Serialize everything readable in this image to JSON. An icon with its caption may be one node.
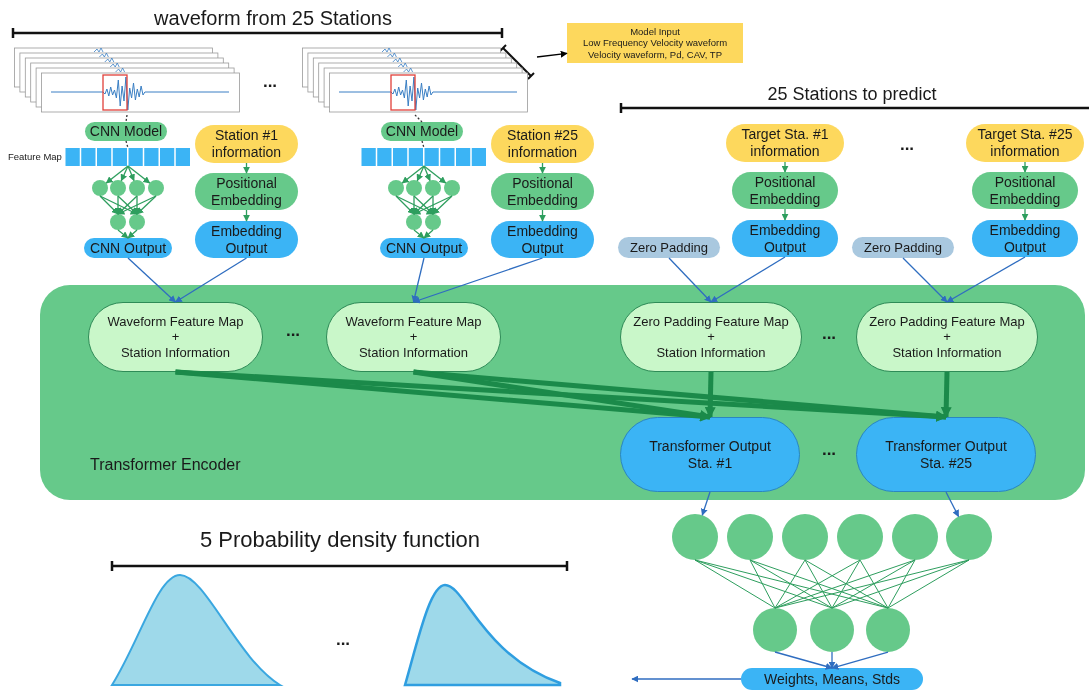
{
  "diagram": {
    "nodes": [
      {
        "text": [],
        "shape": "picture"
      },
      {
        "text": [],
        "shape": "picture"
      },
      {
        "text": [
          "Model Input",
          "Low Frequency  Velocity waveform Velocity waveform, Pd, CAV, TP"
        ]
      },
      {
        "text": [
          "CNN Model"
        ]
      },
      {
        "text": [],
        "shape": "bar",
        "beside": [
          "Feature Map"
        ]
      },
      {
        "text": [],
        "shape": "circle"
      },
      {
        "text": [],
        "shape": "circle"
      },
      {
        "text": [],
        "shape": "circle"
      },
      {
        "text": [],
        "shape": "circle"
      },
      {
        "text": [],
        "shape": "circle"
      },
      {
        "text": [],
        "shape": "circle"
      },
      {
        "text": [
          "CNN Output"
        ]
      },
      {
        "text": [
          "Station #1 information"
        ]
      },
      {
        "text": [
          "Positional Embedding"
        ]
      },
      {
        "text": [
          "Embedding Output"
        ]
      },
      {
        "text": [
          "CNN Model"
        ]
      },
      {
        "text": [],
        "shape": "bar"
      },
      {
        "text": [],
        "shape": "circle"
      },
      {
        "text": [],
        "shape": "circle"
      },
      {
        "text": [],
        "shape": "circle"
      },
      {
        "text": [],
        "shape": "circle"
      },
      {
        "text": [],
        "shape": "circle"
      },
      {
        "text": [],
        "shape": "circle"
      },
      {
        "text": [
          "CNN Output"
        ]
      },
      {
        "text": [
          "Station #25 information"
        ]
      },
      {
        "text": [
          "Positional Embedding"
        ]
      },
      {
        "text": [
          "Embedding Output"
        ]
      },
      {
        "text": [
          "Target Sta. #1 information"
        ]
      },
      {
        "text": [
          "Positional Embedding"
        ]
      },
      {
        "text": [
          "Zero Padding"
        ]
      },
      {
        "text": [
          "Embedding Output"
        ]
      },
      {
        "text": [
          "Target Sta. #25 information"
        ]
      },
      {
        "text": [
          "Positional Embedding"
        ]
      },
      {
        "text": [
          "Zero Padding"
        ]
      },
      {
        "text": [
          "Embedding Output"
        ]
      },
      {
        "text": [
          "Transformer Encoder"
        ]
      },
      {
        "text": [
          "Waveform Feature Map",
          "+",
          "Station Information"
        ],
        "in": 35
      },
      {
        "text": [
          "Waveform Feature Map",
          "+",
          "Station Information"
        ],
        "in": 35
      },
      {
        "text": [
          "Zero Padding Feature Map",
          "+",
          "Station Information"
        ],
        "in": 35
      },
      {
        "text": [
          "Zero Padding Feature Map",
          "+",
          "Station Information"
        ],
        "in": 35
      },
      {
        "text": [
          "Transformer Output Sta. #1"
        ],
        "in": 35
      },
      {
        "text": [
          "Transformer Output Sta. #25"
        ],
        "in": 35
      },
      {
        "text": [],
        "shape": "circle"
      },
      {
        "text": [],
        "shape": "circle"
      },
      {
        "text": [],
        "shape": "circle"
      },
      {
        "text": [],
        "shape": "circle"
      },
      {
        "text": [],
        "shape": "circle"
      },
      {
        "text": [],
        "shape": "circle"
      },
      {
        "text": [],
        "shape": "circle"
      },
      {
        "text": [],
        "shape": "circle"
      },
      {
        "text": [],
        "shape": "circle"
      },
      {
        "text": [
          "Weights, Means, Stds"
        ]
      }
    ],
    "edges": [
      {
        "from": 0,
        "to": 3,
        "arrow": "none",
        "style": "dashed",
        "color": "#333333"
      },
      {
        "from": 3,
        "to": 4,
        "arrow": "none",
        "style": "dashed",
        "color": "#333333"
      },
      {
        "from": null,
        "to": 2,
        "arrow": "to",
        "color": "#000000"
      },
      {
        "from": 4,
        "to": 5,
        "arrow": "to"
      },
      {
        "from": 4,
        "to": 6,
        "arrow": "to"
      },
      {
        "from": 4,
        "to": 7,
        "arrow": "to"
      },
      {
        "from": 4,
        "to": 8,
        "arrow": "to"
      },
      {
        "from": 5,
        "to": 9,
        "arrow": "to"
      },
      {
        "from": 5,
        "to": 10,
        "arrow": "to"
      },
      {
        "from": 6,
        "to": 9,
        "arrow": "to"
      },
      {
        "from": 6,
        "to": 10,
        "arrow": "to"
      },
      {
        "from": 7,
        "to": 9,
        "arrow": "to"
      },
      {
        "from": 7,
        "to": 10,
        "arrow": "to"
      },
      {
        "from": 8,
        "to": 9,
        "arrow": "to"
      },
      {
        "from": 8,
        "to": 10,
        "arrow": "to"
      },
      {
        "from": 9,
        "to": 11,
        "arrow": "to"
      },
      {
        "from": 10,
        "to": 11,
        "arrow": "to"
      },
      {
        "from": 12,
        "to": 13,
        "arrow": "to"
      },
      {
        "from": 13,
        "to": 14,
        "arrow": "to"
      },
      {
        "from": 11,
        "to": 36,
        "arrow": "to",
        "color": "#2f6dc0"
      },
      {
        "from": 14,
        "to": 36,
        "arrow": "to",
        "color": "#2f6dc0"
      },
      {
        "from": 1,
        "to": 15,
        "arrow": "none",
        "style": "dashed",
        "color": "#333333"
      },
      {
        "from": 15,
        "to": 16,
        "arrow": "none",
        "style": "dashed",
        "color": "#333333"
      },
      {
        "from": 16,
        "to": 17,
        "arrow": "to"
      },
      {
        "from": 16,
        "to": 18,
        "arrow": "to"
      },
      {
        "from": 16,
        "to": 19,
        "arrow": "to"
      },
      {
        "from": 16,
        "to": 20,
        "arrow": "to"
      },
      {
        "from": 17,
        "to": 21,
        "arrow": "to"
      },
      {
        "from": 17,
        "to": 22,
        "arrow": "to"
      },
      {
        "from": 18,
        "to": 21,
        "arrow": "to"
      },
      {
        "from": 18,
        "to": 22,
        "arrow": "to"
      },
      {
        "from": 19,
        "to": 21,
        "arrow": "to"
      },
      {
        "from": 19,
        "to": 22,
        "arrow": "to"
      },
      {
        "from": 20,
        "to": 21,
        "arrow": "to"
      },
      {
        "from": 20,
        "to": 22,
        "arrow": "to"
      },
      {
        "from": 21,
        "to": 23,
        "arrow": "to"
      },
      {
        "from": 22,
        "to": 23,
        "arrow": "to"
      },
      {
        "from": 24,
        "to": 25,
        "arrow": "to"
      },
      {
        "from": 25,
        "to": 26,
        "arrow": "to"
      },
      {
        "from": 23,
        "to": 37,
        "arrow": "to",
        "color": "#2f6dc0"
      },
      {
        "from": 26,
        "to": 37,
        "arrow": "to",
        "color": "#2f6dc0"
      },
      {
        "from": 27,
        "to": 28,
        "arrow": "to"
      },
      {
        "from": 28,
        "to": 30,
        "arrow": "to"
      },
      {
        "from": 31,
        "to": 32,
        "arrow": "to"
      },
      {
        "from": 32,
        "to": 34,
        "arrow": "to"
      },
      {
        "from": 29,
        "to": 38,
        "arrow": "to",
        "color": "#2f6dc0"
      },
      {
        "from": 30,
        "to": 38,
        "arrow": "to",
        "color": "#2f6dc0"
      },
      {
        "from": 33,
        "to": 39,
        "arrow": "to",
        "color": "#2f6dc0"
      },
      {
        "from": 34,
        "to": 39,
        "arrow": "to",
        "color": "#2f6dc0"
      },
      {
        "from": 36,
        "to": 40,
        "arrow": "to",
        "style": "thick",
        "color": "#1b8a4a"
      },
      {
        "from": 36,
        "to": 41,
        "arrow": "to",
        "style": "thick",
        "color": "#1b8a4a"
      },
      {
        "from": 37,
        "to": 40,
        "arrow": "to",
        "style": "thick",
        "color": "#1b8a4a"
      },
      {
        "from": 37,
        "to": 41,
        "arrow": "to",
        "style": "thick",
        "color": "#1b8a4a"
      },
      {
        "from": 38,
        "to": 40,
        "arrow": "to",
        "style": "thick",
        "color": "#1b8a4a"
      },
      {
        "from": 39,
        "to": 41,
        "arrow": "to",
        "style": "thick",
        "color": "#1b8a4a"
      },
      {
        "from": 40,
        "to": 42,
        "arrow": "to",
        "color": "#2f6dc0"
      },
      {
        "from": 41,
        "to": 47,
        "arrow": "to",
        "color": "#2f6dc0"
      },
      {
        "from": 42,
        "to": 48,
        "arrow": "none"
      },
      {
        "from": 42,
        "to": 49,
        "arrow": "none"
      },
      {
        "from": 42,
        "to": 50,
        "arrow": "none"
      },
      {
        "from": 43,
        "to": 48,
        "arrow": "none"
      },
      {
        "from": 43,
        "to": 49,
        "arrow": "none"
      },
      {
        "from": 43,
        "to": 50,
        "arrow": "none"
      },
      {
        "from": 44,
        "to": 48,
        "arrow": "none"
      },
      {
        "from": 44,
        "to": 49,
        "arrow": "none"
      },
      {
        "from": 44,
        "to": 50,
        "arrow": "none"
      },
      {
        "from": 45,
        "to": 48,
        "arrow": "none"
      },
      {
        "from": 45,
        "to": 49,
        "arrow": "none"
      },
      {
        "from": 45,
        "to": 50,
        "arrow": "none"
      },
      {
        "from": 46,
        "to": 48,
        "arrow": "none"
      },
      {
        "from": 46,
        "to": 49,
        "arrow": "none"
      },
      {
        "from": 46,
        "to": 50,
        "arrow": "none"
      },
      {
        "from": 47,
        "to": 48,
        "arrow": "none"
      },
      {
        "from": 47,
        "to": 49,
        "arrow": "none"
      },
      {
        "from": 47,
        "to": 50,
        "arrow": "none"
      },
      {
        "from": 48,
        "to": 51,
        "arrow": "to",
        "color": "#2f6dc0"
      },
      {
        "from": 49,
        "to": 51,
        "arrow": "to",
        "color": "#2f6dc0"
      },
      {
        "from": 50,
        "to": 51,
        "arrow": "to",
        "color": "#2f6dc0"
      },
      {
        "from": 51,
        "to": null,
        "arrow": "to",
        "color": "#2f6dc0"
      }
    ],
    "labels": [
      "waveform from 25 Stations",
      "...",
      "25 Stations to predict",
      "...",
      "...",
      "...",
      "...",
      "5  Probability density function",
      "..."
    ]
  }
}
